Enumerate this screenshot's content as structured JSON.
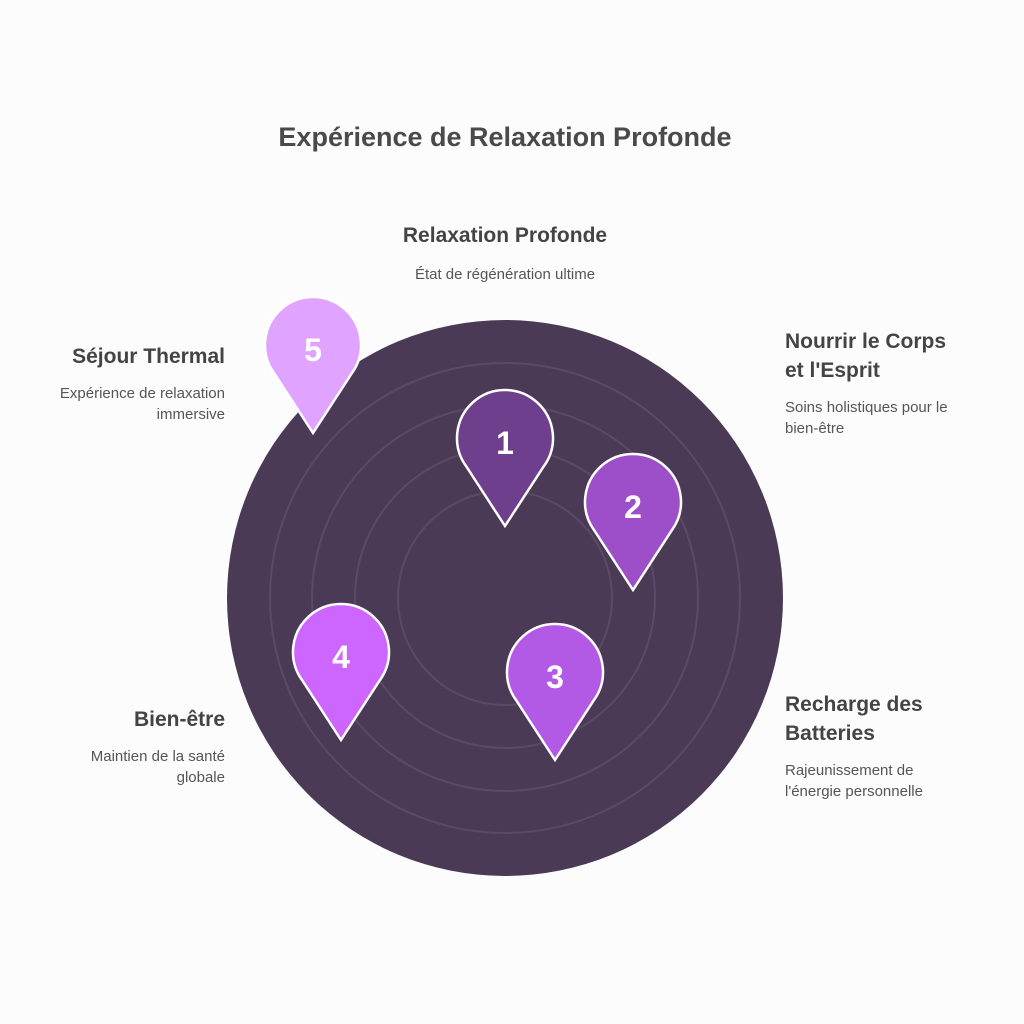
{
  "title": "Expérience de Relaxation Profonde",
  "colors": {
    "disc": "#4b3a55",
    "ring": "#5b4a66",
    "pin1": "#6e3f8c",
    "pin2": "#9c4fc9",
    "pin3": "#b25ae6",
    "pin4": "#cc66ff",
    "pin5": "#e0a3ff"
  },
  "labels": {
    "top": {
      "head": "Relaxation Profonde",
      "desc": "État de régénération ultime"
    },
    "right_1": {
      "head": "Nourrir le Corps\net l'Esprit",
      "desc": "Soins holistiques pour le\nbien-être"
    },
    "right_2": {
      "head": "Recharge des\nBatteries",
      "desc": "Rajeunissement de\nl'énergie personnelle"
    },
    "left_1": {
      "head": "Séjour Thermal",
      "desc": "Expérience de relaxation\nimmersive"
    },
    "left_2": {
      "head": "Bien-être",
      "desc": "Maintien de la santé\nglobale"
    }
  },
  "pins": [
    {
      "number": "1",
      "icon": "map-pin-icon"
    },
    {
      "number": "2",
      "icon": "map-pin-icon"
    },
    {
      "number": "3",
      "icon": "map-pin-icon"
    },
    {
      "number": "4",
      "icon": "map-pin-icon"
    },
    {
      "number": "5",
      "icon": "map-pin-icon"
    }
  ]
}
